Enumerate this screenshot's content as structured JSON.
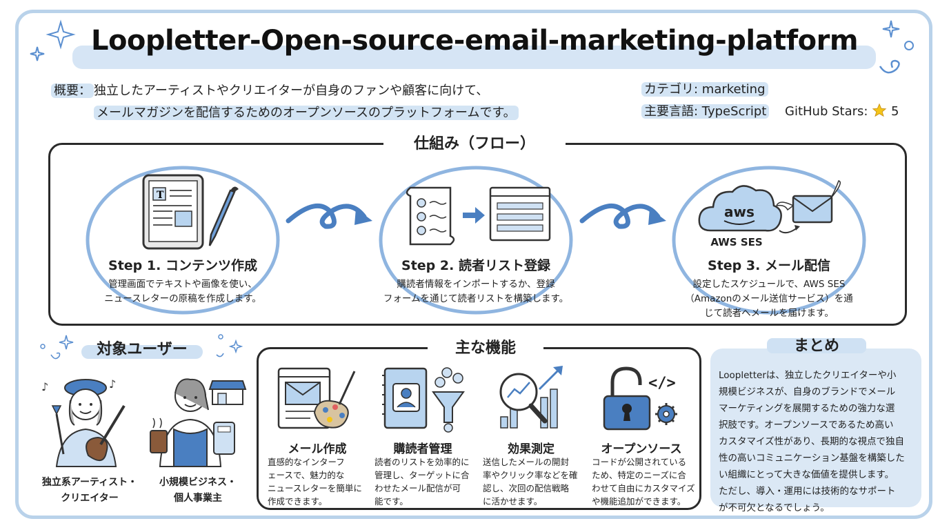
{
  "title": "Loopletter-Open-source-email-marketing-platform",
  "overview": {
    "label": "概要：",
    "line1": "独立したアーティストやクリエイターが自身のファンや顧客に向けて、",
    "line2": "メールマガジンを配信するためのオープンソースのプラットフォームです。"
  },
  "meta": {
    "category": "カテゴリ: marketing",
    "language": "主要言語: TypeScript",
    "stars_label": "GitHub Stars:",
    "stars_value": "5"
  },
  "flow": {
    "title": "仕組み（フロー）",
    "steps": [
      {
        "title": "Step 1. コンテンツ作成",
        "desc1": "管理画面でテキストや画像を使い、",
        "desc2": "ニュースレターの原稿を作成します。",
        "desc3": ""
      },
      {
        "title": "Step 2. 読者リスト登録",
        "desc1": "購読者情報をインポートするか、登録",
        "desc2": "フォームを通じて読者リストを構築します。",
        "desc3": ""
      },
      {
        "title": "Step 3. メール配信",
        "desc1": "設定したスケジュールで、AWS SES",
        "desc2": "（Amazonのメール送信サービス）を通",
        "desc3": "じて読者へメールを届けます。"
      }
    ],
    "aws_label": "aws",
    "aws_ses_label": "AWS SES"
  },
  "users": {
    "title": "対象ユーザー",
    "items": [
      {
        "line1": "独立系アーティスト・",
        "line2": "クリエイター"
      },
      {
        "line1": "小規模ビジネス・",
        "line2": "個人事業主"
      }
    ]
  },
  "features": {
    "title": "主な機能",
    "items": [
      {
        "title": "メール作成",
        "desc": [
          "直感的なインターフ",
          "ェースで、魅力的な",
          "ニュースレターを簡単に",
          "作成できます。"
        ]
      },
      {
        "title": "購読者管理",
        "desc": [
          "読者のリストを効率的に",
          "管理し、ターゲットに合",
          "わせたメール配信が可",
          "能です。"
        ]
      },
      {
        "title": "効果測定",
        "desc": [
          "送信したメールの開封",
          "率やクリック率などを確",
          "認し、次回の配信戦略",
          "に活かせます。"
        ]
      },
      {
        "title": "オープンソース",
        "desc": [
          "コードが公開されている",
          "ため、特定のニーズに合",
          "わせて自由にカスタマイズ",
          "や機能追加ができます。"
        ]
      }
    ],
    "code_glyph": "</>"
  },
  "summary": {
    "title": "まとめ",
    "lines": [
      "Loopletterは、独立したクリエイターや小",
      "規模ビジネスが、自身のブランドでメール",
      "マーケティングを展開するための強力な選",
      "択肢です。オープンソースであるため高い",
      "カスタマイズ性があり、長期的な視点で独自",
      "性の高いコミュニケーション基盤を構築した",
      "い組織にとって大きな価値を提供します。",
      "ただし、導入・運用には技術的なサポート",
      "が不可欠となるでしょう。"
    ]
  },
  "colors": {
    "accent": "#4a7fc1",
    "highlight": "#cfe1f3",
    "ink": "#2a2a2a",
    "star": "#f5c518"
  }
}
